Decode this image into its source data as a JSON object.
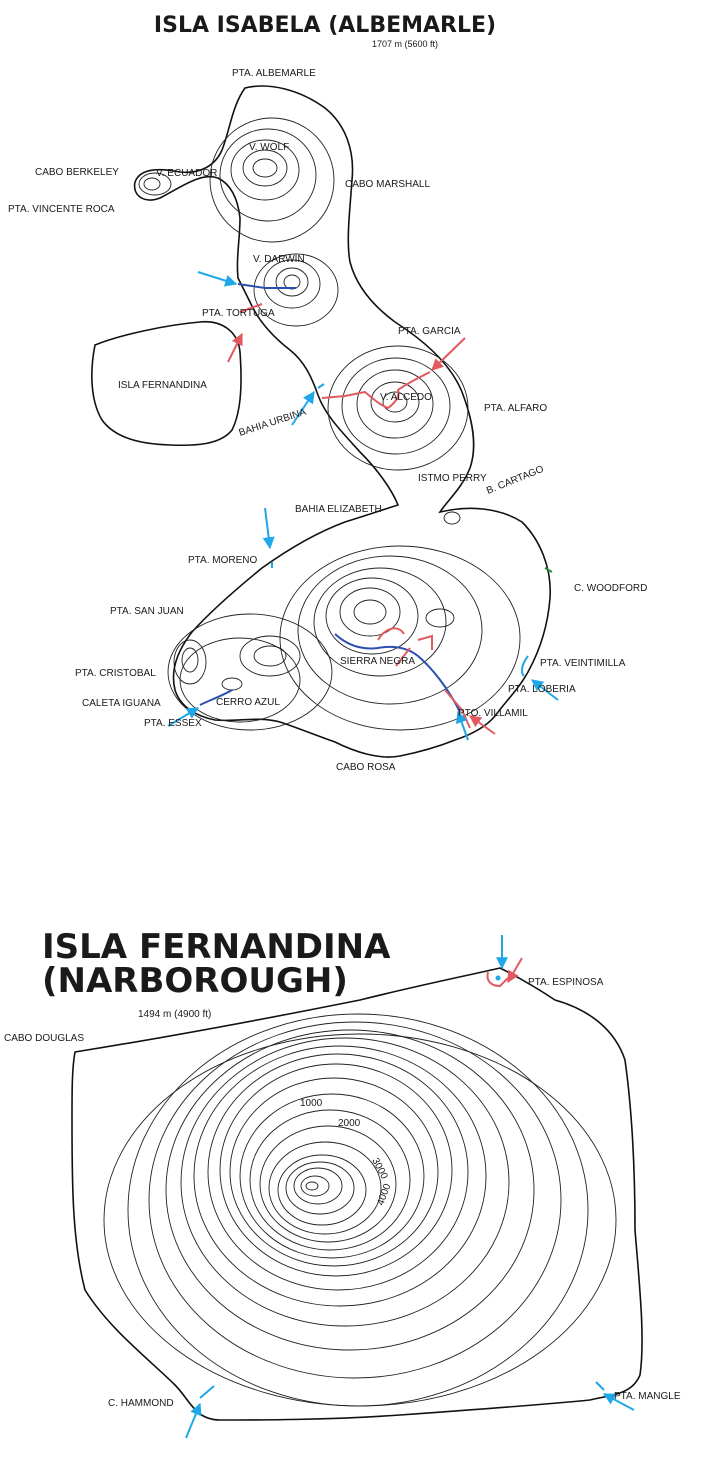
{
  "map1": {
    "title": "ISLA ISABELA (ALBEMARLE)",
    "elevation": "1707 m (5600 ft)",
    "labels": {
      "pta_albemarle": "PTA. ALBEMARLE",
      "v_wolf": "V. WOLF",
      "cabo_berkeley": "CABO BERKELEY",
      "v_ecuador": "V. ECUADOR",
      "cabo_marshall": "CABO MARSHALL",
      "pta_vincente_roca": "PTA. VINCENTE ROCA",
      "v_darwin": "V. DARWIN",
      "pta_tortuga": "PTA. TORTUGA",
      "pta_garcia": "PTA. GARCIA",
      "isla_fernandina": "ISLA FERNANDINA",
      "v_alcedo": "V. ALCEDO",
      "bahia_urbina": "BAHIA URBINA",
      "pta_alfaro": "PTA. ALFARO",
      "istmo_perry": "ISTMO PERRY",
      "b_cartago": "B. CARTAGO",
      "bahia_elizabeth": "BAHIA ELIZABETH",
      "pta_moreno": "PTA. MORENO",
      "c_woodford": "C. WOODFORD",
      "pta_san_juan": "PTA. SAN JUAN",
      "pta_cristobal": "PTA. CRISTOBAL",
      "sierra_negra": "SIERRA NEGRA",
      "pta_veintimilla": "PTA. VEINTIMILLA",
      "caleta_iguana": "CALETA IGUANA",
      "cerro_azul": "CERRO AZUL",
      "pta_loberia": "PTA. LOBERIA",
      "pta_essex": "PTA. ESSEX",
      "pto_villamil": "PTO. VILLAMIL",
      "cabo_rosa": "CABO ROSA"
    }
  },
  "map2": {
    "title_line1": "ISLA FERNANDINA",
    "title_line2": "(NARBOROUGH)",
    "elevation": "1494 m (4900 ft)",
    "labels": {
      "pta_espinosa": "PTA. ESPINOSA",
      "cabo_douglas": "CABO DOUGLAS",
      "contour_1000": "1000",
      "contour_2000": "2000",
      "contour_3000": "3000",
      "contour_4000": "4000",
      "c_hammond": "C. HAMMOND",
      "pta_mangle": "PTA. MANGLE"
    }
  },
  "colors": {
    "marker_red": "#e25a5f",
    "marker_blue": "#1fa8e8",
    "route_blue": "#2a4fb0",
    "coastline": "#111111"
  }
}
